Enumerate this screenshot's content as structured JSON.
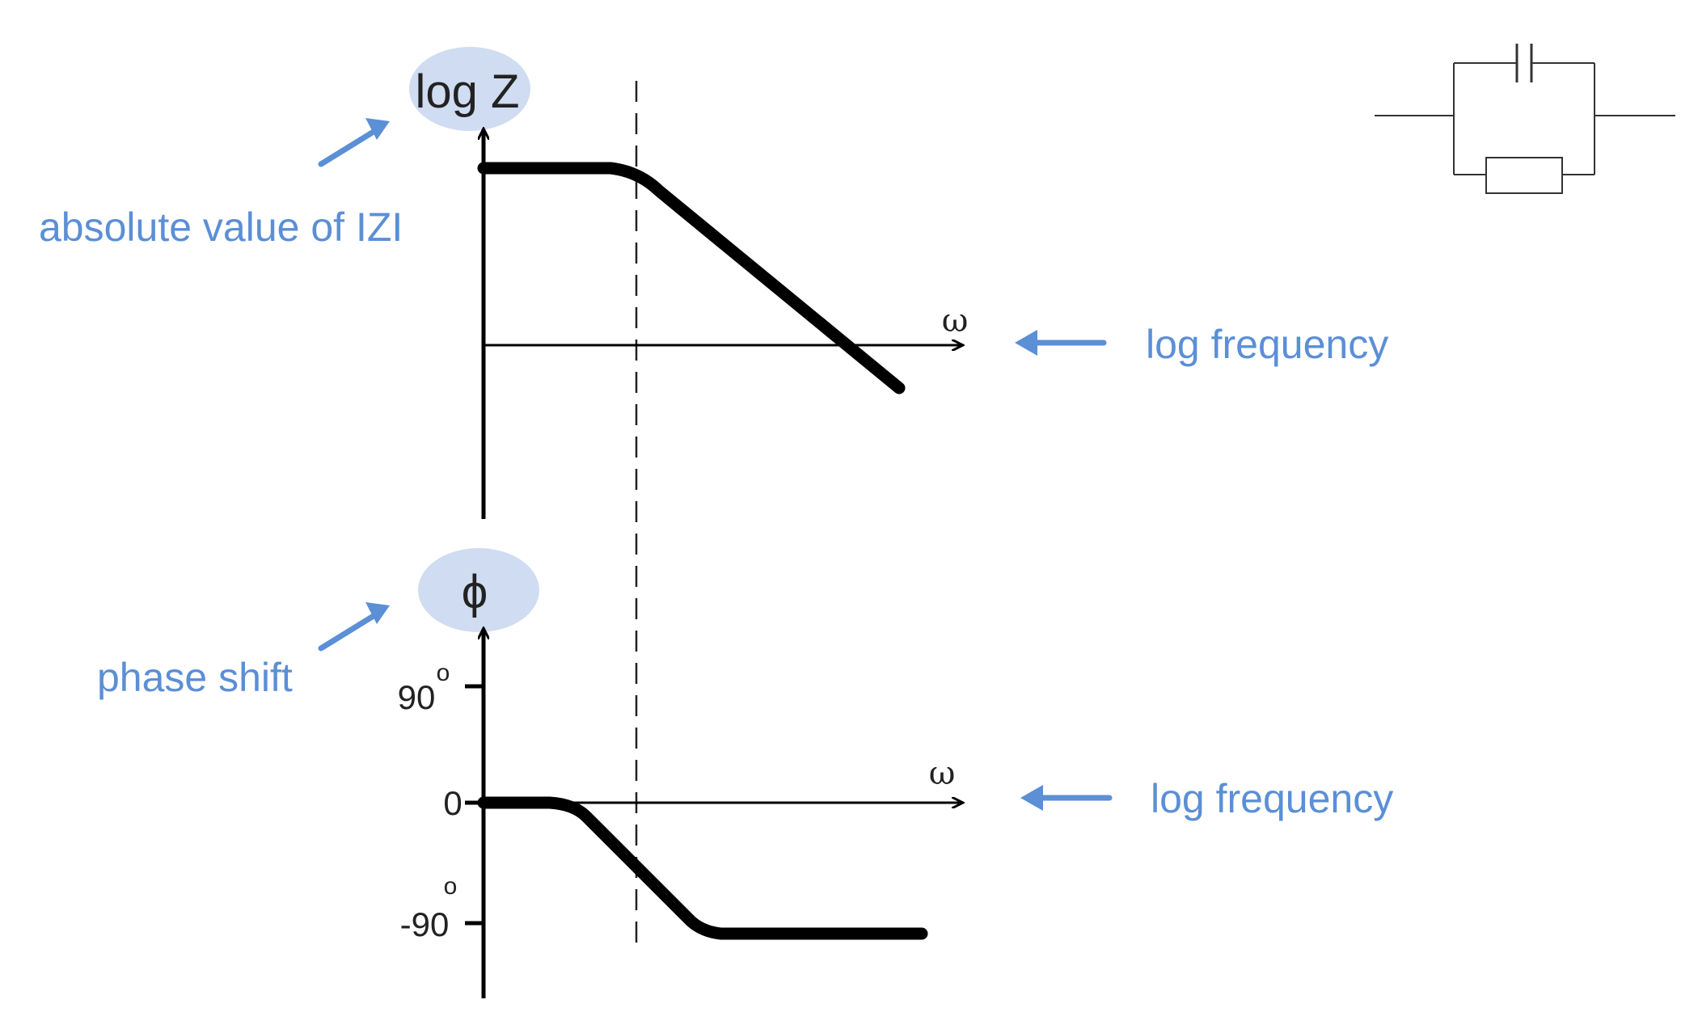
{
  "colors": {
    "annotation": "#5b8fd6",
    "highlight": "#cfdcf1",
    "curve": "#000000",
    "axis": "#000000"
  },
  "magnitude_plot": {
    "y_axis_title": "log Z",
    "x_axis_symbol": "ω",
    "y_annotation": "absolute value of IZI",
    "x_annotation": "log frequency"
  },
  "phase_plot": {
    "y_axis_title": "ϕ",
    "x_axis_symbol": "ω",
    "y_annotation": "phase shift",
    "x_annotation": "log frequency",
    "ticks": [
      {
        "label": "90",
        "value": 90,
        "degree": "o"
      },
      {
        "label": "0",
        "value": 0,
        "degree": ""
      },
      {
        "label": "-90",
        "value": -90,
        "degree": "o"
      }
    ]
  },
  "circuit": {
    "topology": "parallel",
    "components": [
      "capacitor-icon",
      "resistor-icon"
    ]
  },
  "chart_data": [
    {
      "type": "line",
      "title": "",
      "xlabel": "ω",
      "ylabel": "log Z",
      "x_scale": "log",
      "curve": "flat at high value, then slopes downward past the corner frequency",
      "corner_marker": "dashed vertical line"
    },
    {
      "type": "line",
      "title": "",
      "xlabel": "ω",
      "ylabel": "ϕ",
      "x_scale": "log",
      "y_ticks": [
        90,
        0,
        -90
      ],
      "x": [
        "low",
        "corner",
        "high"
      ],
      "y": [
        0,
        -45,
        -90
      ]
    }
  ]
}
